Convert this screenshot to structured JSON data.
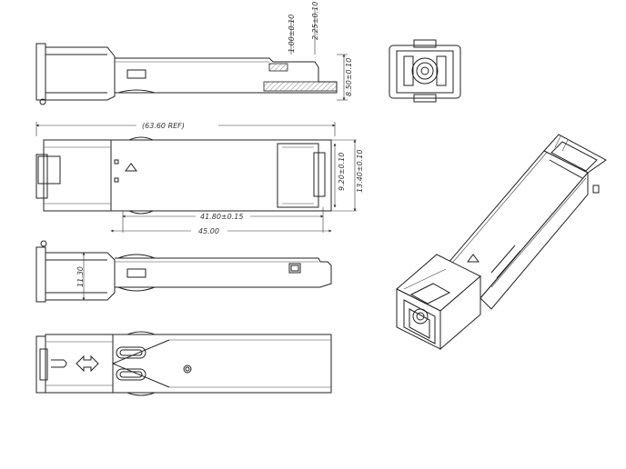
{
  "dimensions": {
    "d_1_00": "1.00±0.10",
    "d_2_25": "2.25±0.10",
    "d_8_50": "8.50±0.10",
    "d_63_60": "(63.60   REF)",
    "d_9_20": "9.20±0.10",
    "d_13_40": "13.40±0.10",
    "d_41_80": "41.80±0.15",
    "d_45_00": "45.00",
    "d_11_30": "11.30"
  },
  "colors": {
    "line": "#222222",
    "background": "#ffffff"
  },
  "icons": {
    "arrow": "double-arrow-icon"
  }
}
